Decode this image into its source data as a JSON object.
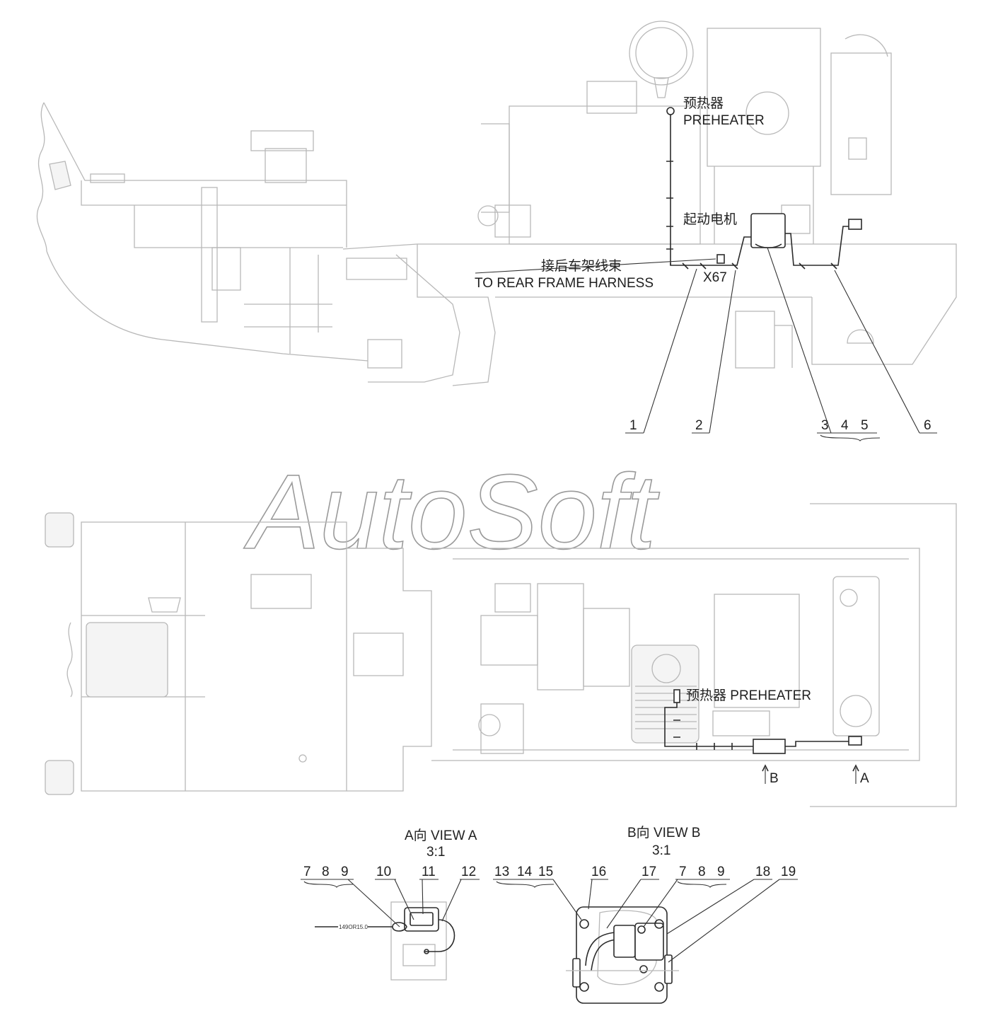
{
  "watermark": "AutoSoft",
  "top_view": {
    "preheater_cn": "预热器",
    "preheater_en": "PREHEATER",
    "starter_cn": "起动电机",
    "rear_harness_cn": "接后车架线束",
    "rear_harness_en": "TO REAR FRAME HARNESS",
    "connector": "X67",
    "callouts": [
      "1",
      "2",
      "3",
      "4",
      "5",
      "6"
    ]
  },
  "plan_view": {
    "preheater_label": "预热器 PREHEATER",
    "view_marker_b": "B",
    "view_marker_a": "A"
  },
  "view_a": {
    "title": "A向  VIEW A",
    "scale": "3:1",
    "callouts": [
      "7",
      "8",
      "9",
      "10",
      "11",
      "12"
    ],
    "wire_tag": "149OR15.0"
  },
  "view_b": {
    "title": "B向  VIEW B",
    "scale": "3:1",
    "callouts": [
      "13",
      "14",
      "15",
      "16",
      "17",
      "7",
      "8",
      "9",
      "18",
      "19"
    ]
  },
  "colors": {
    "ghost_lines": "#b8b8b8",
    "harness_lines": "#2b2b2b",
    "text": "#1f1f1f"
  }
}
